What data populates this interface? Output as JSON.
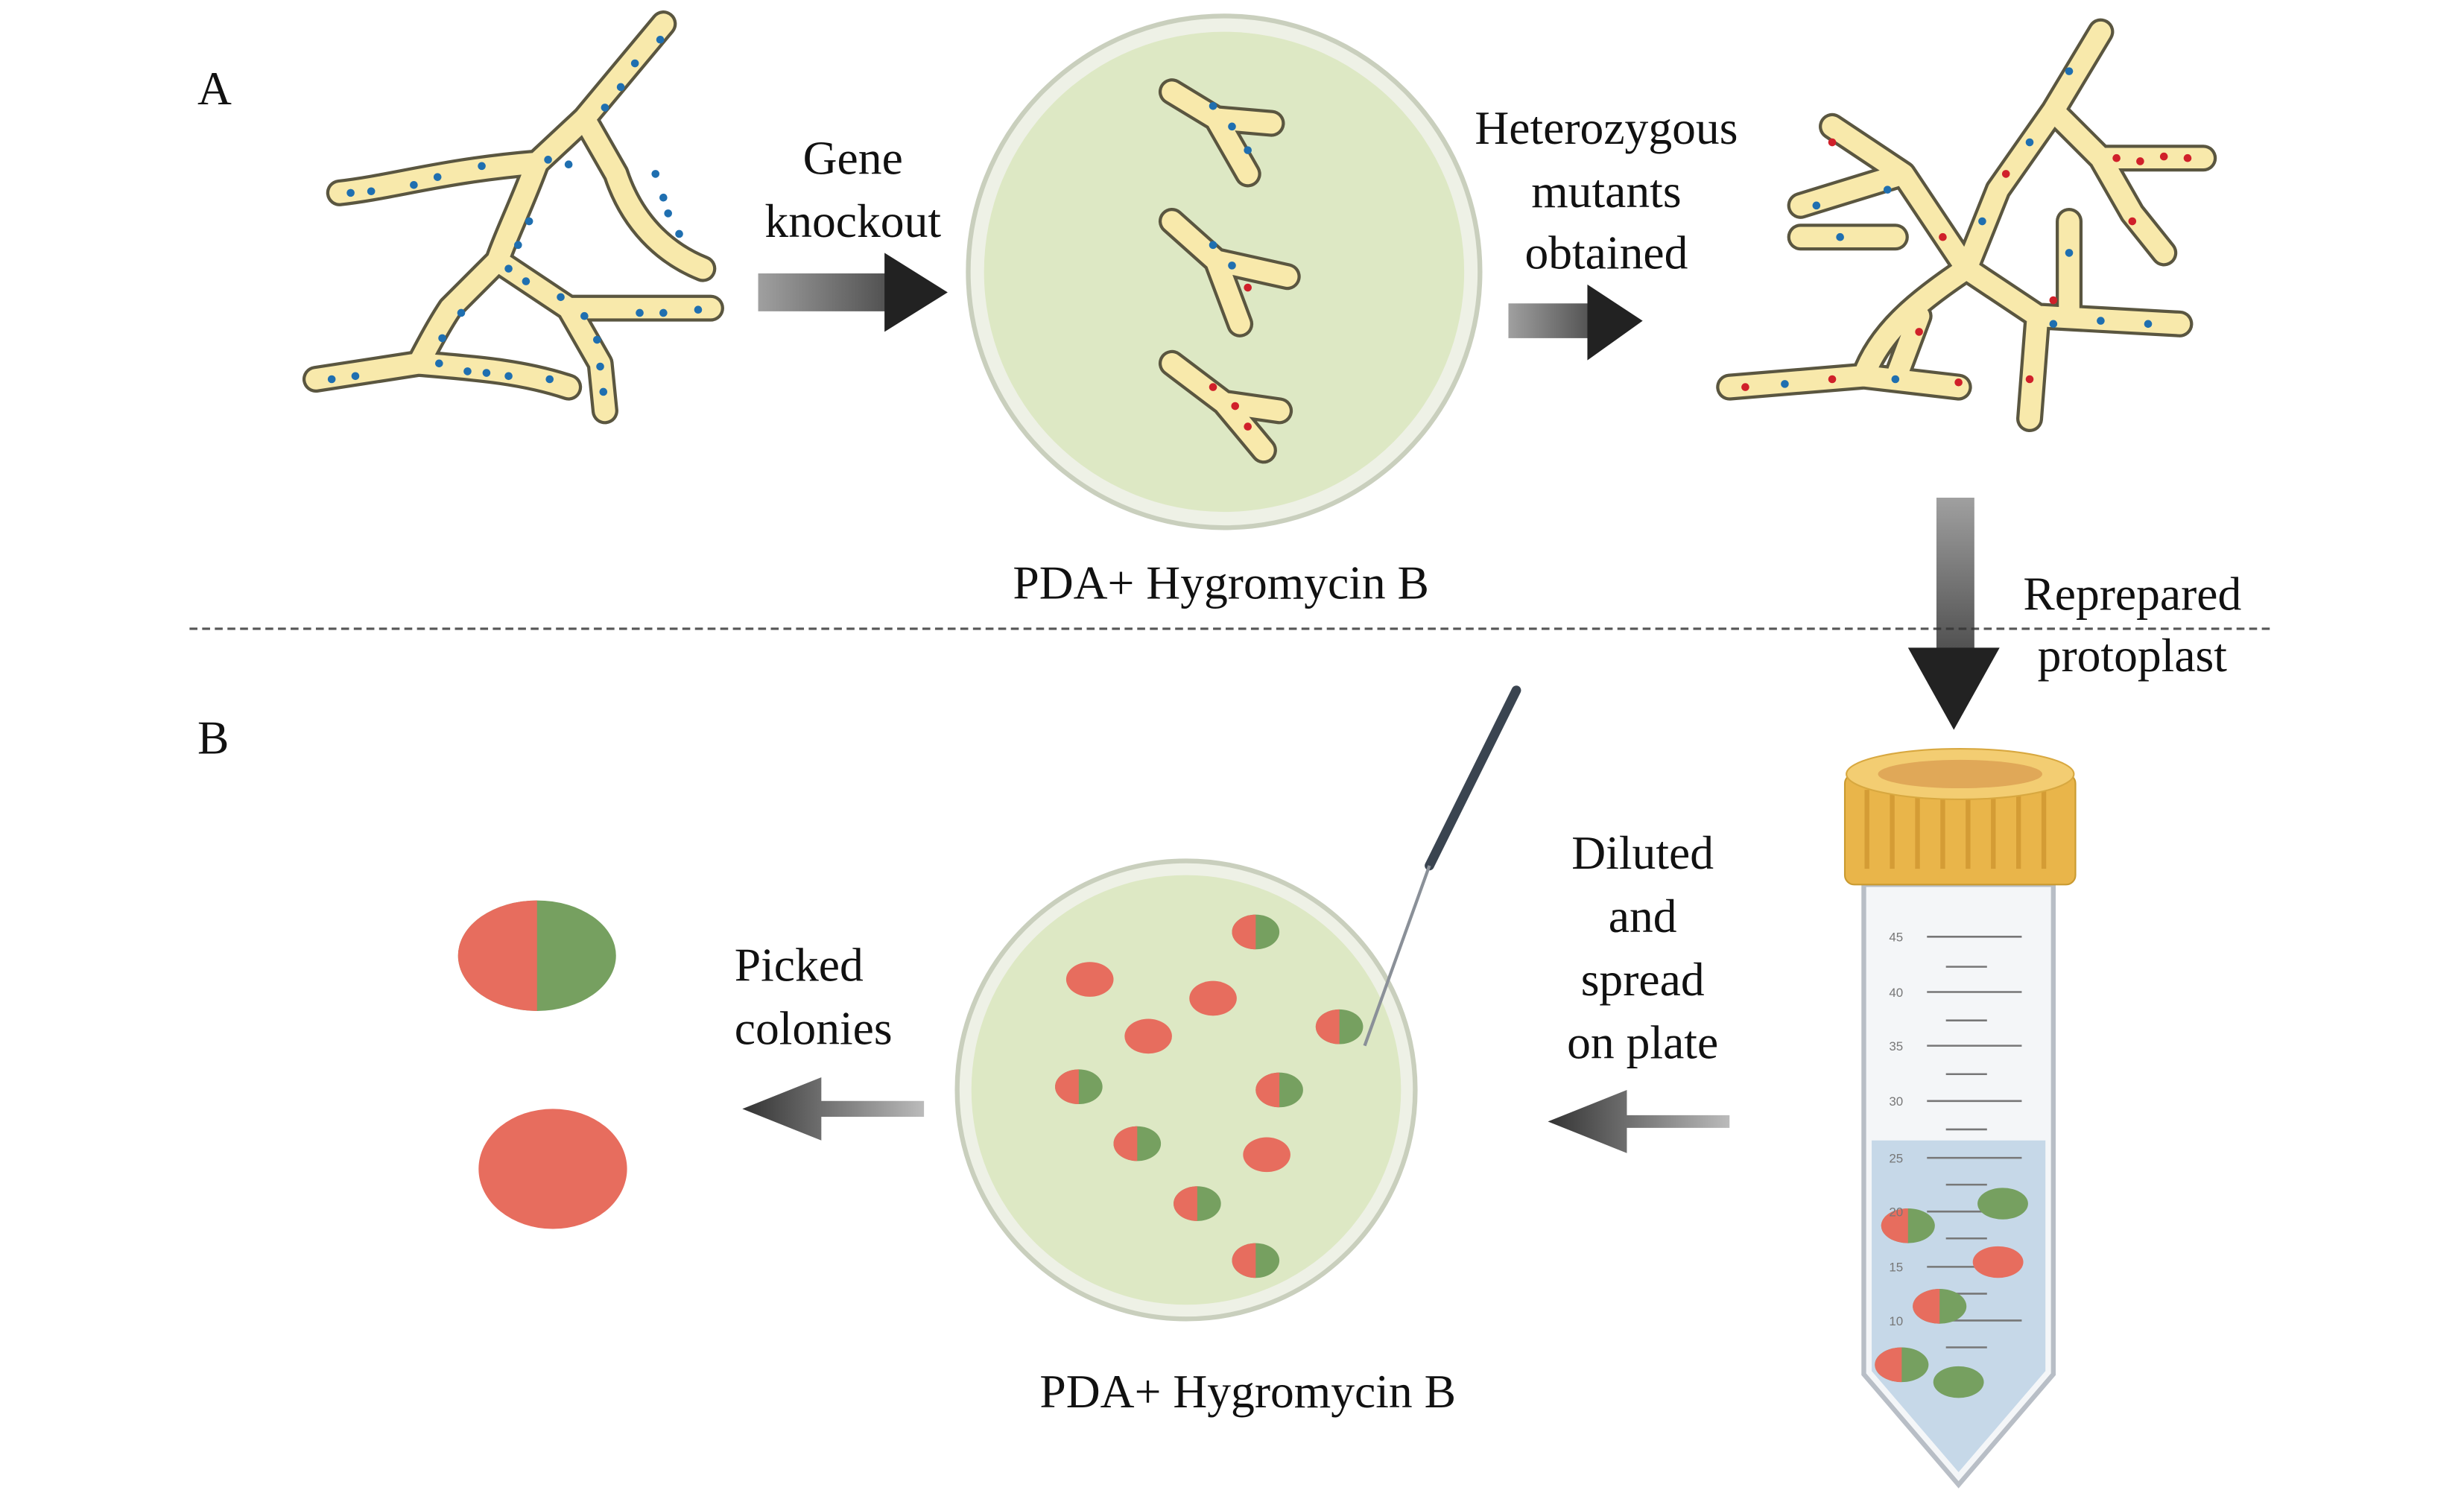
{
  "panels": {
    "a": {
      "label": "A",
      "step1": [
        "Gene",
        "knockout"
      ],
      "plate_label": "PDA+ Hygromycin B",
      "step2": [
        "Heterozygous",
        "mutants",
        "obtained"
      ],
      "step3": [
        "Reprepared",
        "protoplast"
      ]
    },
    "b": {
      "label": "B",
      "step4": [
        "Diluted",
        "and",
        "spread",
        "on plate"
      ],
      "plate_label": "PDA+ Hygromycin B",
      "step5": [
        "Picked",
        "colonies"
      ],
      "tube_scale": [
        "45",
        "40",
        "35",
        "30",
        "25",
        "20",
        "15",
        "10"
      ]
    }
  },
  "colors": {
    "hypha": "#f8e9ab",
    "wild_nucleus": "#1f6fb0",
    "mutant_nucleus": "#d0202a",
    "plate": "#dde8c4",
    "colony_red": "#e76d5e",
    "colony_green": "#76a060",
    "tube_cap": "#e9b54a",
    "medium": "#c6d8e8"
  }
}
